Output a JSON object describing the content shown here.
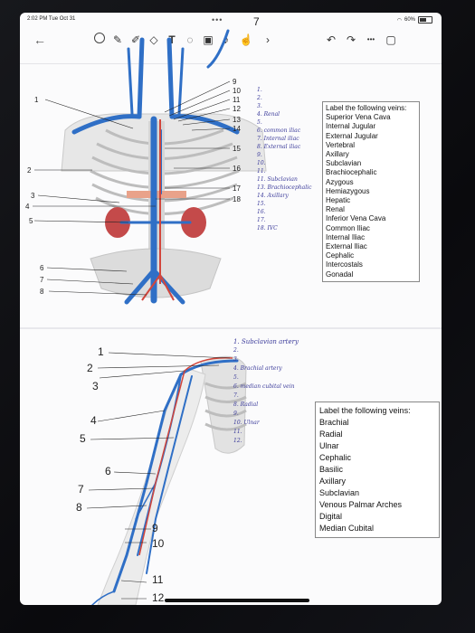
{
  "status": {
    "time": "2:02 PM",
    "date": "Tue Oct 31",
    "battery": "60%",
    "battery_level": 0.6
  },
  "toolbar": {
    "back_icon": "←",
    "undo_icon": "↶",
    "redo_icon": "↷",
    "more_icon": "•••",
    "page_number": "7",
    "tools": [
      "lasso-icon",
      "pen-icon",
      "pencil-icon",
      "eraser-icon",
      "text-icon",
      "shape-icon",
      "image-icon",
      "mic-icon",
      "touch-icon",
      "expand-icon"
    ]
  },
  "page1": {
    "right_numbers": [
      "9",
      "10",
      "11",
      "12",
      "13",
      "14",
      "15",
      "16",
      "17",
      "18"
    ],
    "left_numbers": [
      "1",
      "2",
      "3",
      "4",
      "5",
      "6",
      "7",
      "8"
    ],
    "handwriting": [
      "1.",
      "2.",
      "3.",
      "4. Renal",
      "5.",
      "6. common iliac",
      "7. Internal iliac",
      "8. External iliac",
      "9.",
      "10.",
      "11.",
      "11. Subclavian",
      "13. Brachiocephalic",
      "14. Axillary",
      "15.",
      "16.",
      "17.",
      "18. IVC"
    ],
    "word_bank_title": "Label the following veins:",
    "word_bank": [
      "Superior Vena Cava",
      "Internal Jugular",
      "External Jugular",
      "Vertebral",
      "Axillary",
      "Subclavian",
      "Brachiocephalic",
      "Azygous",
      "Hemiazygous",
      "Hepatic",
      "Renal",
      "Inferior Vena Cava",
      "Common Iliac",
      "Internal Iliac",
      "External Iliac",
      "Cephalic",
      "Intercostals",
      "Gonadal"
    ]
  },
  "page2": {
    "left_numbers": [
      "1",
      "2",
      "3",
      "4",
      "5",
      "6",
      "7",
      "8"
    ],
    "bottom_numbers": [
      "9",
      "10",
      "11",
      "12"
    ],
    "handwriting": [
      "1. Subclavian artery",
      "2.",
      "3.",
      "4. Brachial artery",
      "5.",
      "6. median cubital vein",
      "7.",
      "8. Radial",
      "9.",
      "10. Ulnar",
      "11.",
      "12."
    ],
    "word_bank_title": "Label the following veins:",
    "word_bank": [
      "Brachial",
      "Radial",
      "Ulnar",
      "Cephalic",
      "Basilic",
      "Axillary",
      "Subclavian",
      "Venous Palmar Arches",
      "Digital",
      "Median Cubital"
    ]
  },
  "colors": {
    "vein": "#2f6fc6",
    "artery": "#d2463c",
    "kidney": "#c44a4a",
    "bone": "#d8d8d8",
    "ink": "#3a3a9a"
  }
}
